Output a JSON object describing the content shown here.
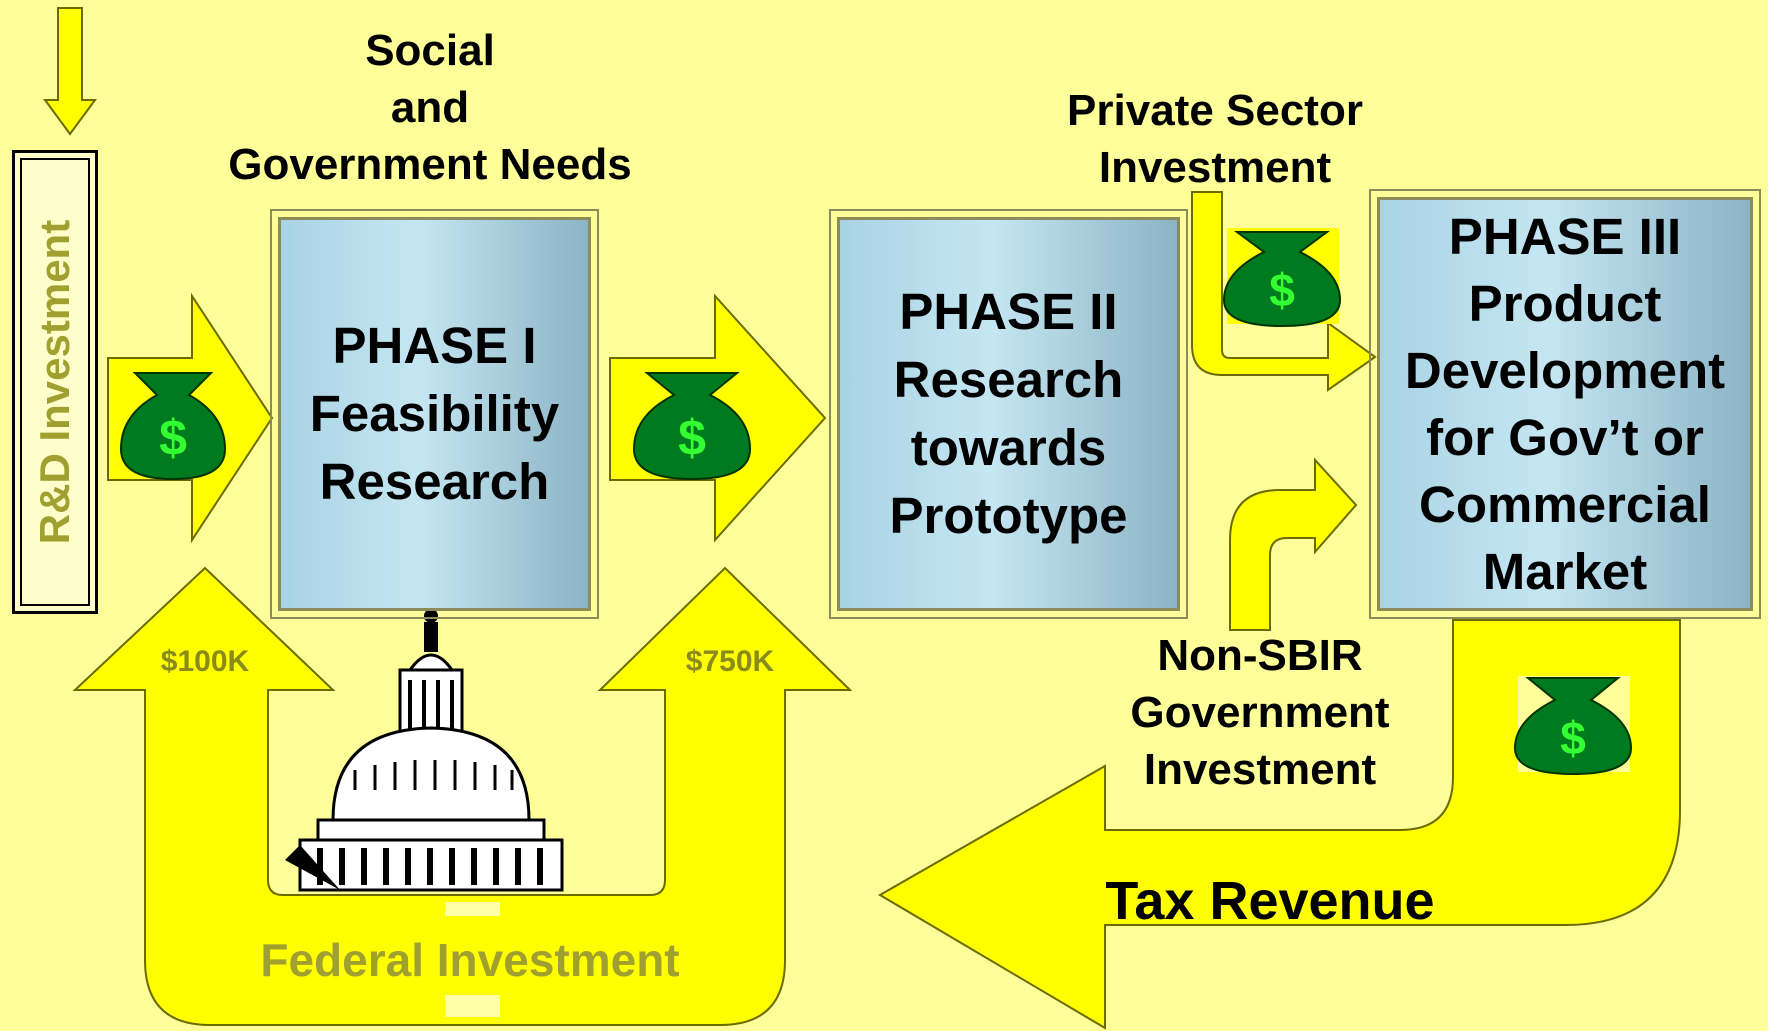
{
  "labels": {
    "social_needs": [
      "Social",
      "and",
      "Government Needs"
    ],
    "private_sector": [
      "Private Sector",
      "Investment"
    ],
    "non_sbir": [
      "Non-SBIR",
      "Government",
      "Investment"
    ],
    "rd_investment": "R&D Investment",
    "federal_investment": "Federal Investment",
    "tax_revenue": "Tax Revenue",
    "amount_phase1": "$100K",
    "amount_phase2": "$750K"
  },
  "phases": [
    {
      "lines": [
        "PHASE I",
        "Feasibility",
        "Research"
      ]
    },
    {
      "lines": [
        "PHASE II",
        "Research",
        "towards",
        "Prototype"
      ]
    },
    {
      "lines": [
        "PHASE III",
        "Product",
        "Development",
        "for Gov’t or",
        "Commercial",
        "Market"
      ]
    }
  ],
  "money_bag_symbol": "$",
  "icons": [
    "money-bag-icon",
    "capitol-dome-icon",
    "arrow-down-icon"
  ],
  "colors": {
    "background": "#ffff99",
    "arrow_fill": "#ffff00",
    "phase_box": "#b4dce9",
    "money_bag": "#007a1e",
    "money_symbol": "#33ff33",
    "federal_text": "#a0a030"
  }
}
